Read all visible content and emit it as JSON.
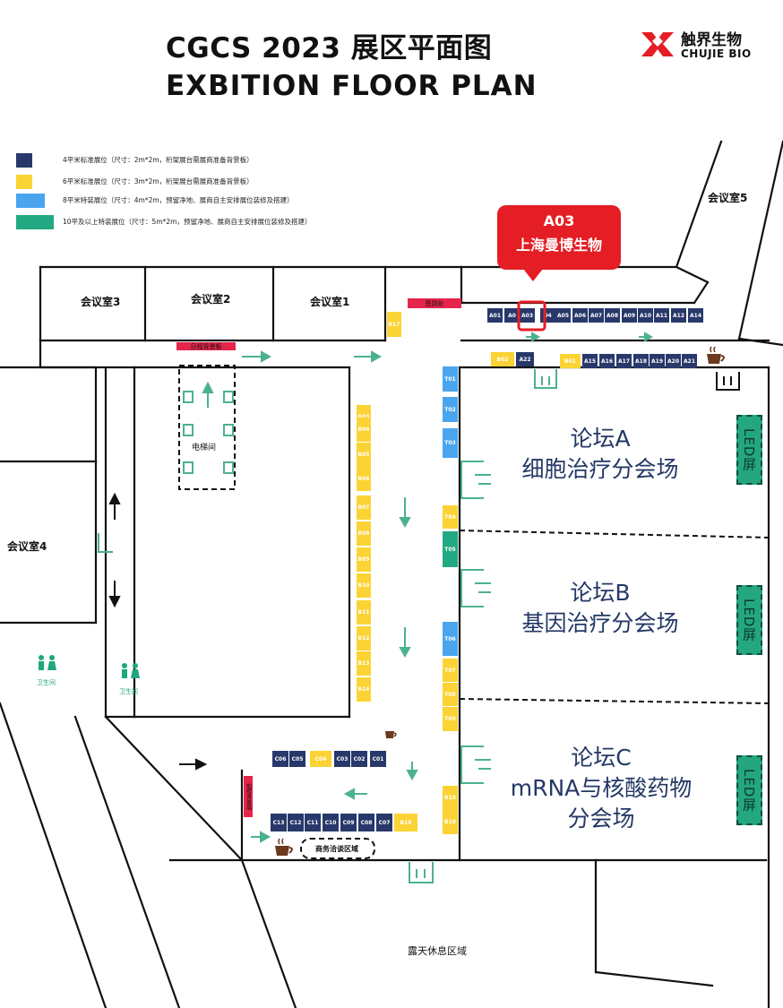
{
  "title": {
    "line1": "CGCS 2023 展区平面图",
    "line2": "EXBITION FLOOR PLAN"
  },
  "logo": {
    "cn": "触界生物",
    "en": "CHUJIE BIO"
  },
  "legend": [
    {
      "color": "#28386a",
      "text": "4平米标准展位（尺寸：2m*2m，桁架展台需展商准备背景板）"
    },
    {
      "color": "#fbd334",
      "text": "6平米标准展位（尺寸：3m*2m，桁架展台需展商准备背景板）"
    },
    {
      "color": "#4aa5ee",
      "text": "8平米特装展位（尺寸：4m*2m，预留净地、展商自主安排展位装修及搭建）"
    },
    {
      "color": "#23a981",
      "text": "10平及以上特装展位（尺寸：5m*2m，预留净地、展商自主安排展位装修及搭建）"
    }
  ],
  "rooms": {
    "r1": "会议室1",
    "r2": "会议室2",
    "r3": "会议室3",
    "r4": "会议室4",
    "r5": "会议室5"
  },
  "highlight": {
    "code": "A03",
    "name": "上海曼博生物"
  },
  "signs": {
    "checkin": "签到处",
    "backdrop": "日程背景板",
    "rest": "露天休息区域",
    "business": "商务洽谈区域",
    "elevator": "电梯间",
    "toilet": "卫生间",
    "photo": "拍照背景墙"
  },
  "forums": {
    "a_title": "论坛A",
    "a_sub": "细胞治疗分会场",
    "b_title": "论坛B",
    "b_sub": "基因治疗分会场",
    "c_title": "论坛C",
    "c_sub": "mRNA与核酸药物",
    "c_sub2": "分会场"
  },
  "led": "LED屏",
  "booths": {
    "row_a_top": [
      "A01",
      "A0",
      "A03",
      "04",
      "A05",
      "A06",
      "A07",
      "A08",
      "A09",
      "A10",
      "A11",
      "A12",
      "A14"
    ],
    "row_a_bottom": [
      "B02",
      "A22",
      "B01",
      "A15",
      "A16",
      "A17",
      "A18",
      "A19",
      "A20",
      "A21"
    ],
    "col_b": [
      "B17",
      "B03",
      "B04",
      "B05",
      "B06",
      "B07",
      "B08",
      "B09",
      "B10",
      "B11",
      "B12",
      "B13",
      "B14"
    ],
    "col_t": [
      "T01",
      "T02",
      "T03",
      "T04",
      "T05",
      "T06",
      "T07",
      "T08",
      "T09",
      "B15",
      "B16"
    ],
    "row_c_upper": [
      "C06",
      "C05",
      "C04",
      "C03",
      "C02",
      "C01"
    ],
    "row_c_lower": [
      "C13",
      "C12",
      "C11",
      "C10",
      "C09",
      "C08",
      "C07",
      "B18"
    ]
  }
}
